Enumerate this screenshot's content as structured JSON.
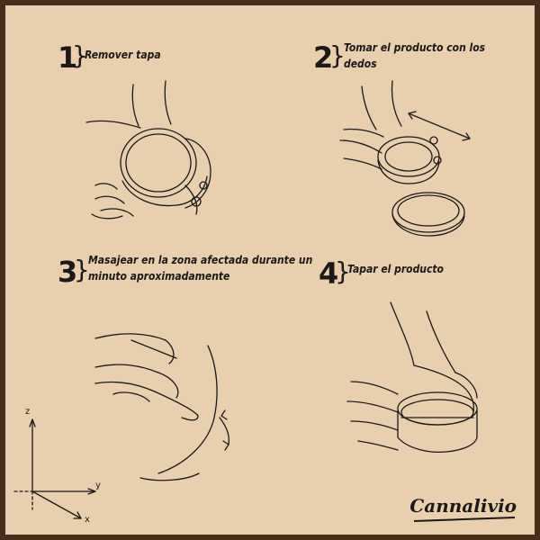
{
  "steps": [
    {
      "number": "1",
      "text": "Remover tapa"
    },
    {
      "number": "2",
      "text_line1": "Tomar el producto con los",
      "text_line2": "dedos"
    },
    {
      "number": "3",
      "text_line1": "Masajear en la zona afectada durante un",
      "text_line2": "minuto aproximadamente"
    },
    {
      "number": "4",
      "text": "Tapar el producto"
    }
  ],
  "axes": {
    "z": "z",
    "y": "y",
    "x": "x"
  },
  "brand": "Cannalivio",
  "colors": {
    "background": "#e8cfae",
    "frame": "#4a2f1e",
    "ink": "#1a1a1a"
  }
}
